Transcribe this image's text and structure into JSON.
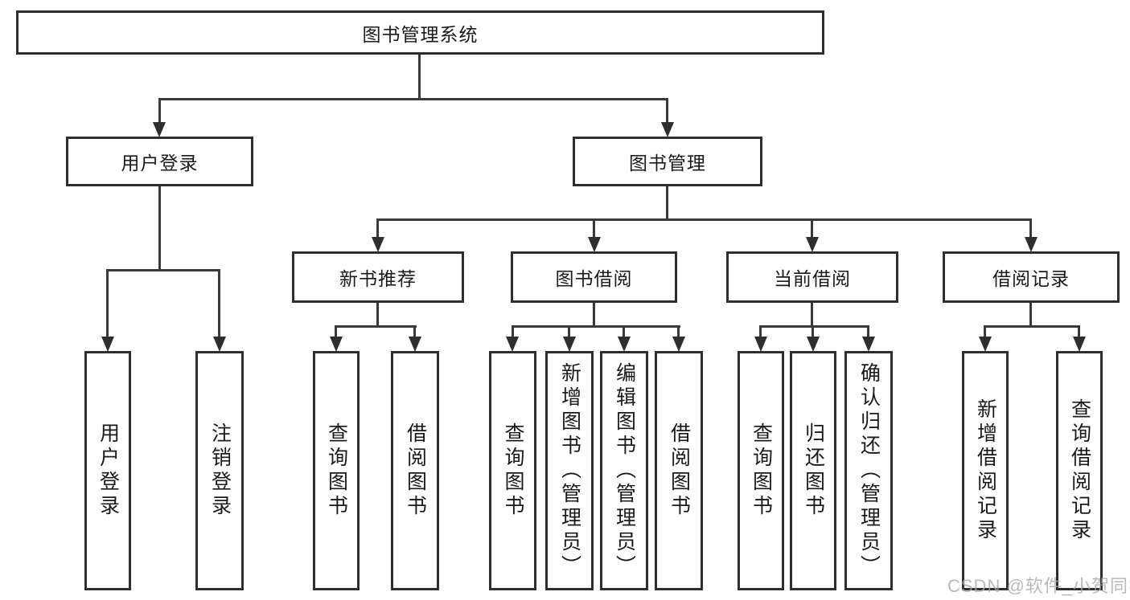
{
  "diagram": {
    "root": {
      "label": "图书管理系统"
    },
    "branches": [
      {
        "label": "用户登录",
        "children": [
          {
            "label": "用户登录"
          },
          {
            "label": "注销登录"
          }
        ]
      },
      {
        "label": "图书管理",
        "children": [
          {
            "label": "新书推荐",
            "children": [
              {
                "label": "查询图书"
              },
              {
                "label": "借阅图书"
              }
            ]
          },
          {
            "label": "图书借阅",
            "children": [
              {
                "label": "查询图书"
              },
              {
                "label": "新增图书（管理员）"
              },
              {
                "label": "编辑图书（管理员）"
              },
              {
                "label": "借阅图书"
              }
            ]
          },
          {
            "label": "当前借阅",
            "children": [
              {
                "label": "查询图书"
              },
              {
                "label": "归还图书"
              },
              {
                "label": "确认归还（管理员）"
              }
            ]
          },
          {
            "label": "借阅记录",
            "children": [
              {
                "label": "新增借阅记录"
              },
              {
                "label": "查询借阅记录"
              }
            ]
          }
        ]
      }
    ]
  },
  "watermark": {
    "text": "CSDN @软件_小贺同学"
  },
  "colors": {
    "border": "#2e2e2e",
    "line": "#3a3a3a",
    "text": "#1a1a1a",
    "background": "#ffffff",
    "watermark": "#a8a8a8"
  }
}
